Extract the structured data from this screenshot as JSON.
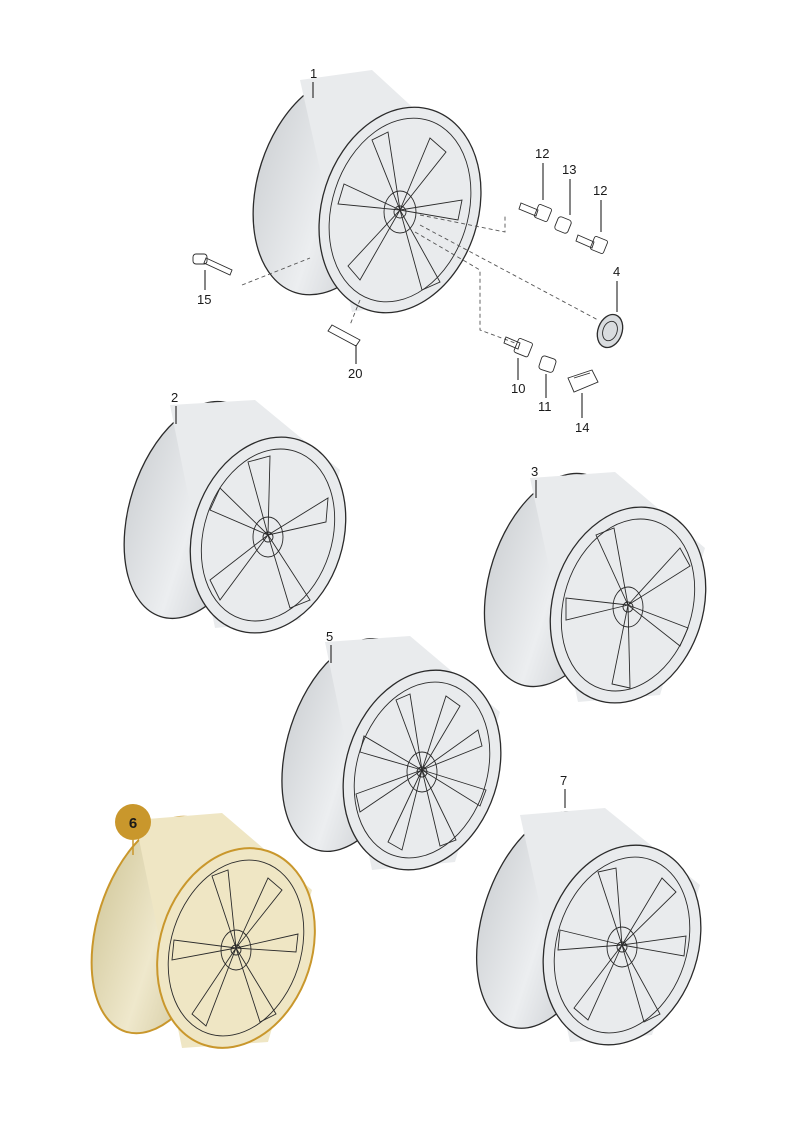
{
  "callouts": {
    "c1": "1",
    "c2": "2",
    "c3": "3",
    "c4": "4",
    "c5": "5",
    "c6": "6",
    "c7": "7",
    "c10": "10",
    "c11": "11",
    "c12a": "12",
    "c12b": "12",
    "c13": "13",
    "c14": "14",
    "c15": "15",
    "c20": "20"
  },
  "highlight": {
    "selected_part": "6",
    "color": "#c9972c",
    "fill": "#efe6c4"
  },
  "colors": {
    "rim_face": "#e6e8ea",
    "rim_shadow": "#c7cacd",
    "rim_dark": "#9ea3a8",
    "line": "#2b2b2b"
  }
}
